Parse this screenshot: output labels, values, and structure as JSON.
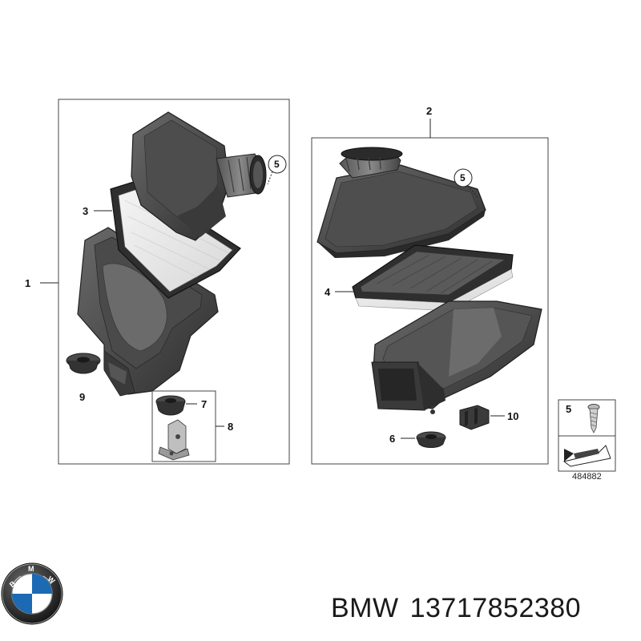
{
  "diagram": {
    "callouts": {
      "c1": "1",
      "c2": "2",
      "c3": "3",
      "c4": "4",
      "c5a": "5",
      "c5b": "5",
      "c6": "6",
      "c7": "7",
      "c8": "8",
      "c9": "9",
      "c10": "10",
      "c5legend": "5"
    },
    "diagram_number": "484882"
  },
  "footer": {
    "brand": "BMW",
    "part_number": "13717852380",
    "logo_letters": "BMW"
  },
  "colors": {
    "part_dark": "#3f3f3f",
    "part_mid": "#595959",
    "part_light": "#7a7a7a",
    "filter_face": "#e8e8e8",
    "logo_blue": "#1c69b4",
    "logo_ring": "#1a1a1a"
  }
}
